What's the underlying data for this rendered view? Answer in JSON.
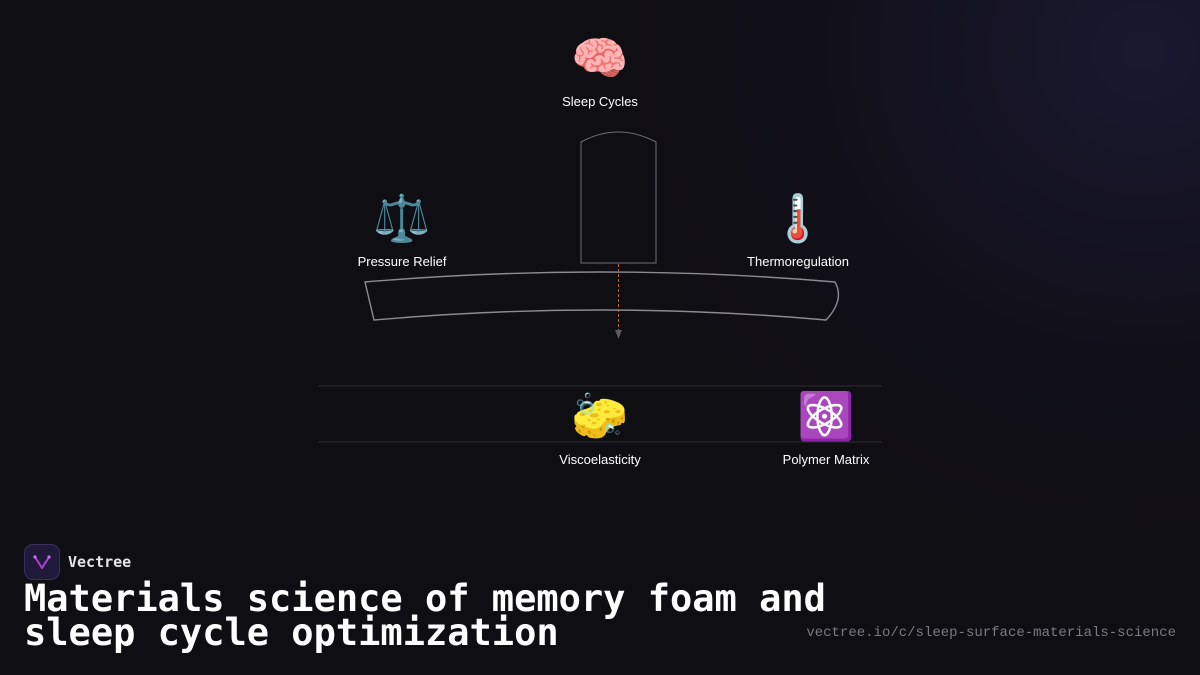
{
  "nodes": {
    "sleep_cycles": {
      "icon": "brain-icon",
      "glyph": "🧠",
      "label": "Sleep Cycles"
    },
    "pressure_relief": {
      "icon": "balance-scale-icon",
      "glyph": "⚖️",
      "label": "Pressure Relief"
    },
    "thermoregulation": {
      "icon": "thermometer-icon",
      "glyph": "🌡️",
      "label": "Thermoregulation"
    },
    "viscoelasticity": {
      "icon": "sponge-icon",
      "glyph": "🧽",
      "label": "Viscoelasticity"
    },
    "polymer_matrix": {
      "icon": "atom-icon",
      "glyph": "⚛️",
      "label": "Polymer Matrix"
    }
  },
  "brand": {
    "name": "Vectree",
    "icon": "vectree-logo"
  },
  "title": "Materials science of memory foam and sleep cycle optimization",
  "url": "vectree.io/c/sleep-surface-materials-science",
  "colors": {
    "background": "#0f0e13",
    "arrow": "#c0643a",
    "outline": "#8a8a90"
  }
}
